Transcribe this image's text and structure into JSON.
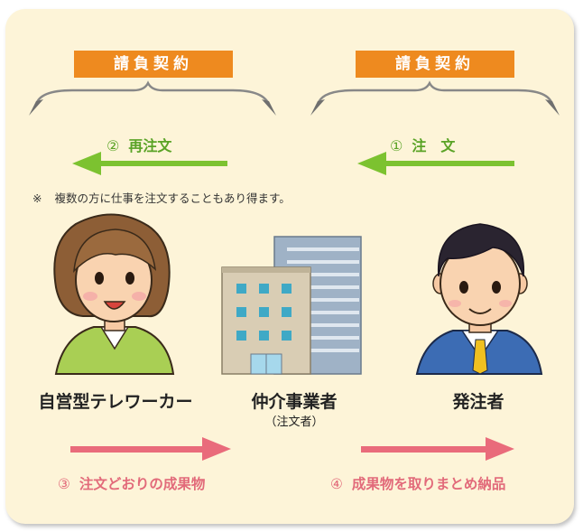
{
  "contracts": {
    "left_label": "請負契約",
    "right_label": "請負契約"
  },
  "orders": {
    "reorder": {
      "num": "②",
      "text": "再注文",
      "color": "#7cc230"
    },
    "order": {
      "num": "①",
      "text": "注　文",
      "color": "#7cc230"
    }
  },
  "note": {
    "mark": "※",
    "text": "複数の方に仕事を注文することもあり得ます。"
  },
  "roles": {
    "teleworker": "自営型テレワーカー",
    "intermediary": "仲介事業者",
    "intermediary_sub": "（注文者）",
    "client": "発注者"
  },
  "deliverables": {
    "result": {
      "num": "③",
      "text": "注文どおりの成果物",
      "color": "#e96b7b"
    },
    "delivery": {
      "num": "④",
      "text": "成果物を取りまとめ納品",
      "color": "#e96b7b"
    }
  },
  "colors": {
    "panel_bg": "#fdf4d8",
    "contract_bg": "#ee8a1f",
    "brace": "#777777",
    "order_arrow": "#7cc230",
    "deliver_arrow": "#e96b7b"
  }
}
